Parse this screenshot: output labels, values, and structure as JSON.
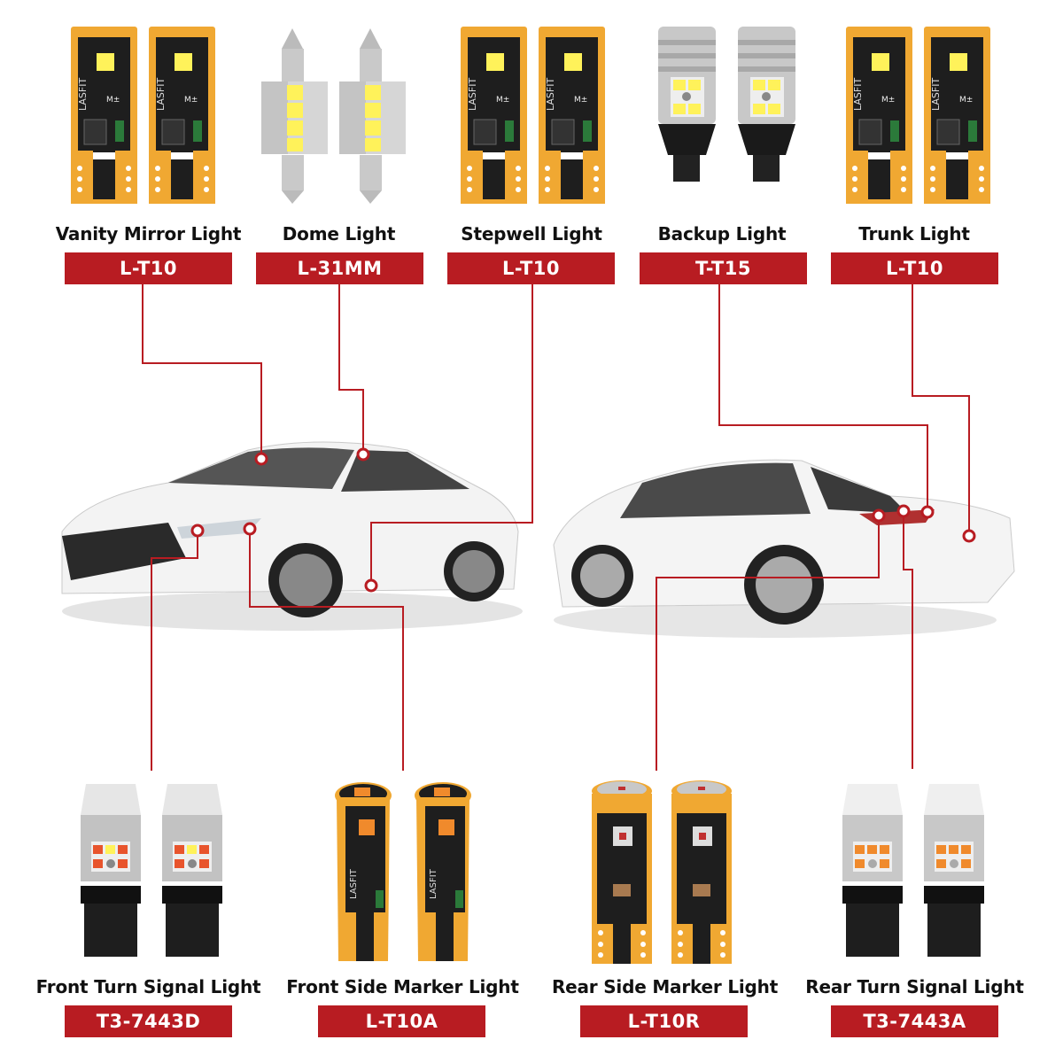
{
  "colors": {
    "accent_red": "#b81c22",
    "connector_red": "#b81c22",
    "pcb_gold": "#f0a832",
    "pcb_black": "#1e1e1e",
    "led_white": "#fff25a",
    "led_amber": "#f08a2c",
    "led_red": "#e8542c"
  },
  "brand": "LASFIT",
  "top_products": [
    {
      "name": "Vanity Mirror Light",
      "model": "L-T10",
      "bulb_type": "wedge-pcb-white"
    },
    {
      "name": "Dome Light",
      "model": "L-31MM",
      "bulb_type": "festoon-white"
    },
    {
      "name": "Stepwell Light",
      "model": "L-T10",
      "bulb_type": "wedge-pcb-white"
    },
    {
      "name": "Backup Light",
      "model": "T-T15",
      "bulb_type": "t15-white"
    },
    {
      "name": "Trunk Light",
      "model": "L-T10",
      "bulb_type": "wedge-pcb-white"
    }
  ],
  "bottom_products": [
    {
      "name": "Front Turn Signal Light",
      "model": "T3-7443D",
      "bulb_type": "7443-switchback"
    },
    {
      "name": "Front Side Marker Light",
      "model": "L-T10A",
      "bulb_type": "wedge-pcb-amber"
    },
    {
      "name": "Rear Side Marker Light",
      "model": "L-T10R",
      "bulb_type": "wedge-pcb-red"
    },
    {
      "name": "Rear Turn Signal Light",
      "model": "T3-7443A",
      "bulb_type": "7443-amber"
    }
  ],
  "images": {
    "front_car": "white sedan, front three-quarter view",
    "rear_car": "white sedan, rear three-quarter view"
  }
}
